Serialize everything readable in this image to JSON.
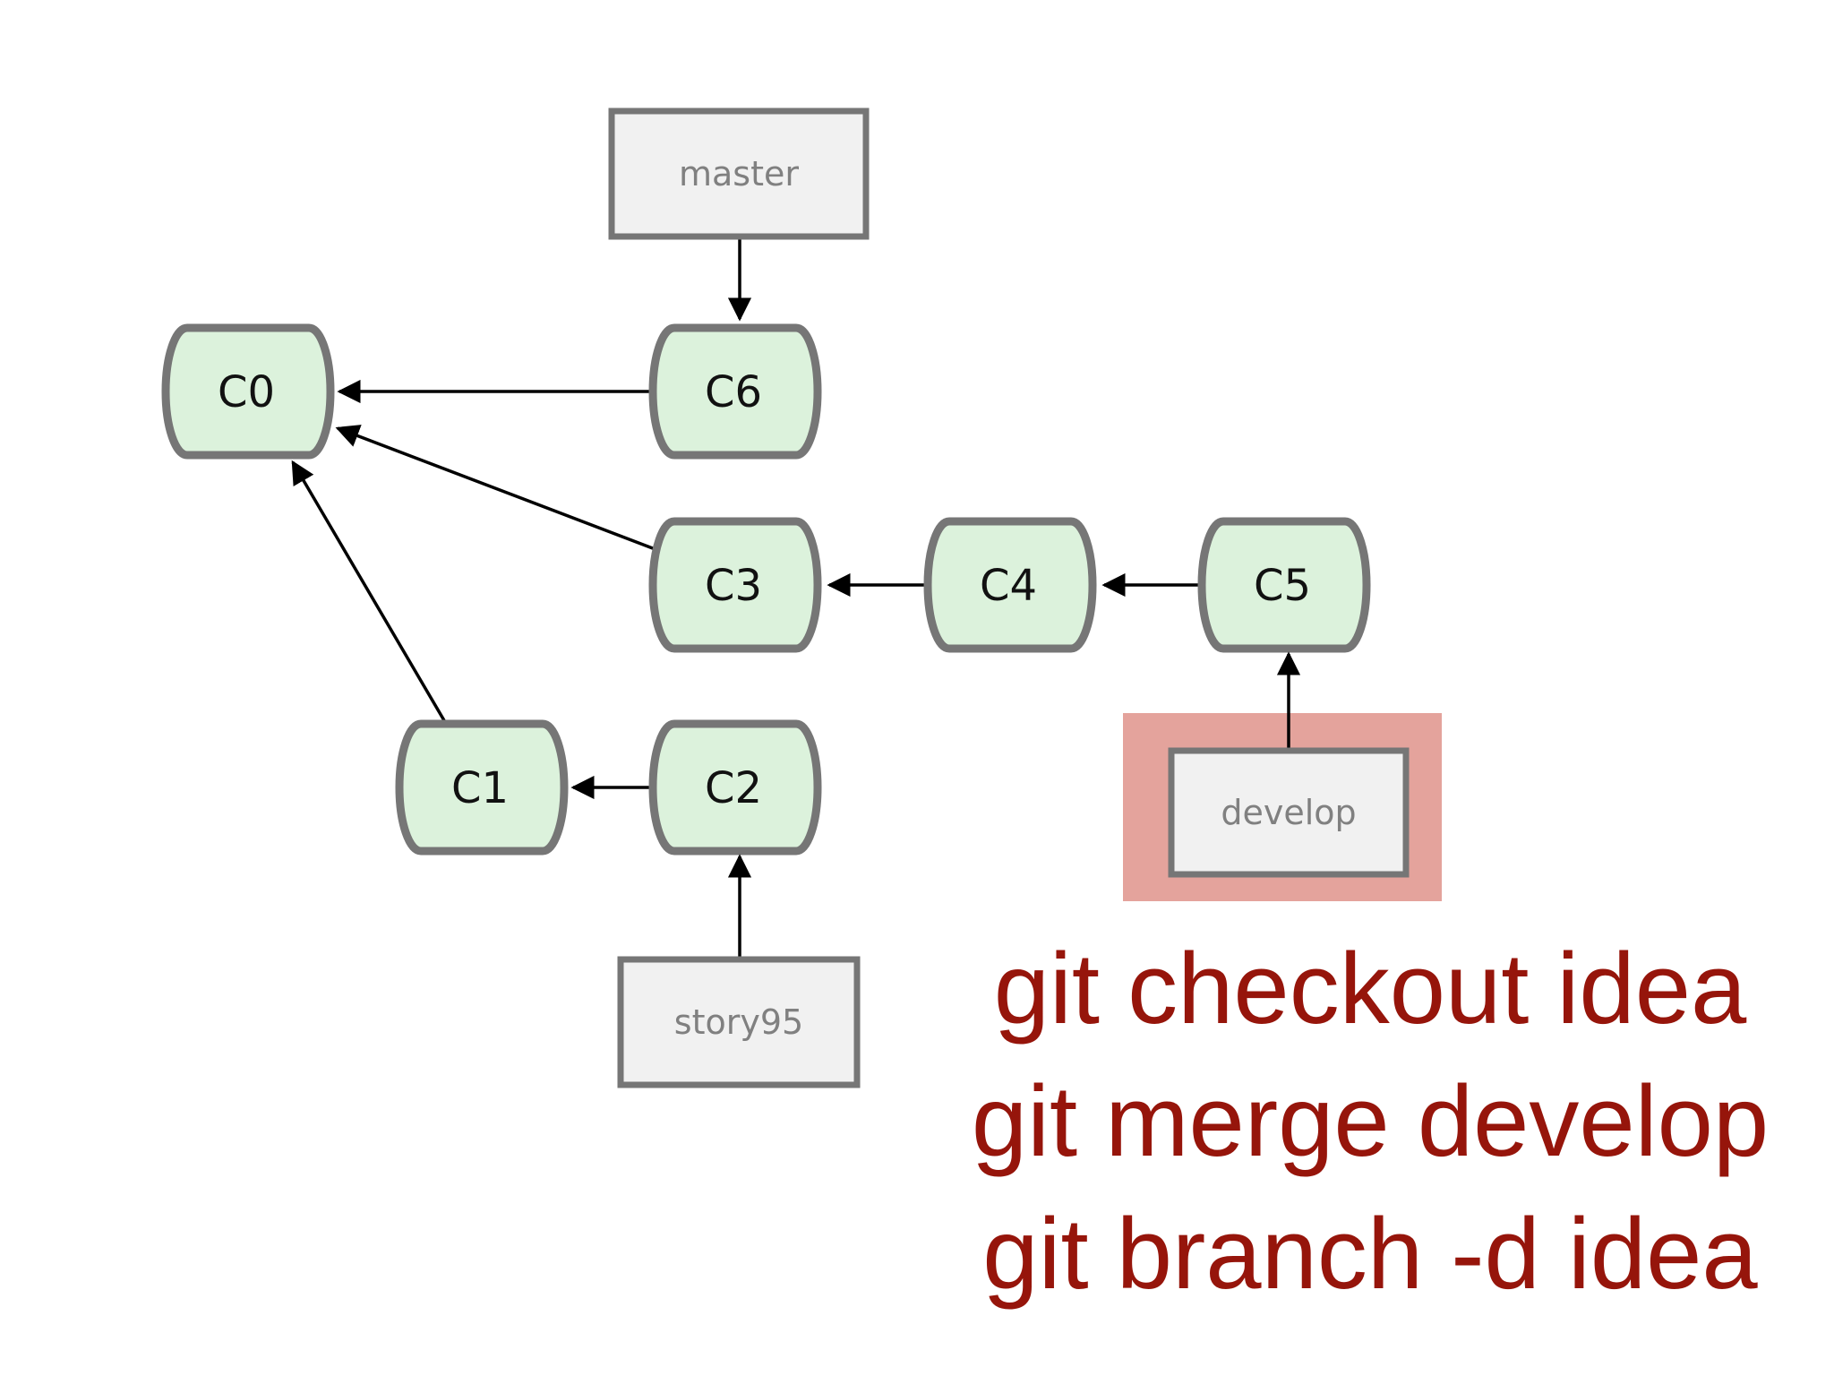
{
  "commits": [
    {
      "id": "C0",
      "label": "C0"
    },
    {
      "id": "C1",
      "label": "C1"
    },
    {
      "id": "C2",
      "label": "C2"
    },
    {
      "id": "C3",
      "label": "C3"
    },
    {
      "id": "C4",
      "label": "C4"
    },
    {
      "id": "C5",
      "label": "C5"
    },
    {
      "id": "C6",
      "label": "C6"
    }
  ],
  "edges": [
    {
      "from": "C6",
      "to": "C0"
    },
    {
      "from": "C3",
      "to": "C0"
    },
    {
      "from": "C1",
      "to": "C0"
    },
    {
      "from": "C4",
      "to": "C3"
    },
    {
      "from": "C5",
      "to": "C4"
    },
    {
      "from": "C2",
      "to": "C1"
    }
  ],
  "branches": [
    {
      "id": "master",
      "label": "master",
      "points_to": "C6"
    },
    {
      "id": "develop",
      "label": "develop",
      "points_to": "C5",
      "highlighted": true
    },
    {
      "id": "story95",
      "label": "story95",
      "points_to": "C2"
    }
  ],
  "commands": [
    "git checkout idea",
    "git merge develop",
    "git branch -d idea"
  ],
  "colors": {
    "commit_fill": "#dcf2dc",
    "commit_stroke": "#767676",
    "branch_fill": "#f1f1f1",
    "highlight": "#e4a39c",
    "command_text": "#96150b"
  }
}
